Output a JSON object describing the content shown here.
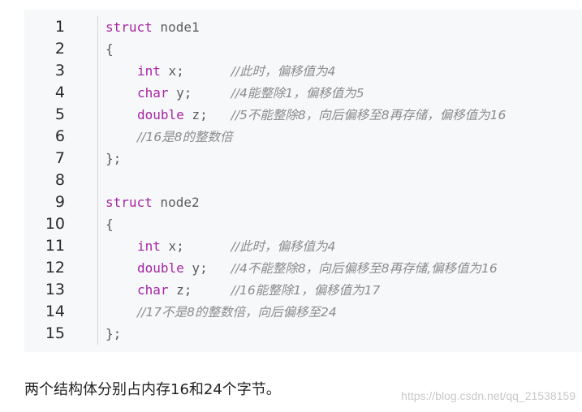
{
  "code": {
    "line_numbers": [
      "1",
      "2",
      "3",
      "4",
      "5",
      "6",
      "7",
      "8",
      "9",
      "10",
      "11",
      "12",
      "13",
      "14",
      "15"
    ],
    "lines": [
      {
        "kw": "struct",
        "rest": " node1",
        "comment": ""
      },
      {
        "kw": "",
        "rest": "{",
        "comment": ""
      },
      {
        "kw": "int",
        "rest": " x;      ",
        "comment": "//此时，偏移值为4",
        "indent": true
      },
      {
        "kw": "char",
        "rest": " y;     ",
        "comment": "//4能整除1，偏移值为5",
        "indent": true
      },
      {
        "kw": "double",
        "rest": " z;   ",
        "comment": "//5不能整除8，向后偏移至8再存储，偏移值为16",
        "indent": true
      },
      {
        "kw": "",
        "rest": "",
        "comment": "//16是8的整数倍",
        "indent": true
      },
      {
        "kw": "",
        "rest": "};",
        "comment": ""
      },
      {
        "kw": "",
        "rest": "",
        "comment": ""
      },
      {
        "kw": "struct",
        "rest": " node2",
        "comment": ""
      },
      {
        "kw": "",
        "rest": "{",
        "comment": ""
      },
      {
        "kw": "int",
        "rest": " x;      ",
        "comment": "//此时，偏移值为4",
        "indent": true
      },
      {
        "kw": "double",
        "rest": " y;   ",
        "comment": "//4不能整除8，向后偏移至8再存储,偏移值为16",
        "indent": true
      },
      {
        "kw": "char",
        "rest": " z;     ",
        "comment": "//16能整除1，偏移值为17",
        "indent": true
      },
      {
        "kw": "",
        "rest": "",
        "comment": "//17不是8的整数倍，向后偏移至24",
        "indent": true
      },
      {
        "kw": "",
        "rest": "};",
        "comment": ""
      }
    ]
  },
  "footer": {
    "text": "两个结构体分别占内存16和24个字节。"
  },
  "watermark": {
    "text": "https://blog.csdn.net/qq_21538159"
  },
  "colors": {
    "code_background": "#f6f8fa",
    "keyword": "#a626a4",
    "comment": "#8c8c8c"
  }
}
